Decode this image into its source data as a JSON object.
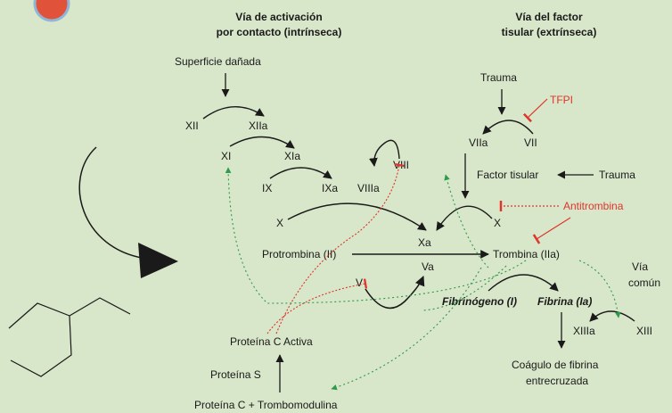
{
  "headers": {
    "intrinsic_line1": "Vía de activación",
    "intrinsic_line2": "por contacto (intrínseca)",
    "extrinsic_line1": "Vía del factor",
    "extrinsic_line2": "tisular (extrínseca)"
  },
  "labels": {
    "superficie": "Superficie dañada",
    "xii": "XII",
    "xiia": "XIIa",
    "xi": "XI",
    "xia": "XIa",
    "ix": "IX",
    "ixa": "IXa",
    "viiia": "VIIIa",
    "viii": "VIII",
    "x_left": "X",
    "xa": "Xa",
    "protrombina": "Protrombina (II)",
    "va": "Va",
    "v": "V",
    "trauma_top": "Trauma",
    "tfpi": "TFPI",
    "viia": "VIIa",
    "vii": "VII",
    "factor_tisular": "Factor tisular",
    "trauma_right": "Trauma",
    "x_right": "X",
    "antitrombina": "Antitrombina",
    "trombina": "Trombina (IIa)",
    "via_comun_1": "Vía",
    "via_comun_2": "común",
    "fibrinogeno": "Fibrinógeno (I)",
    "fibrina": "Fibrina (Ia)",
    "xiiia": "XIIIa",
    "xiii": "XIII",
    "coagulo_1": "Coágulo de fibrina",
    "coagulo_2": "entrecruzada",
    "proteina_c_activa": "Proteína C Activa",
    "proteina_s": "Proteína S",
    "proteina_c_trombo": "Proteína C + Trombomodulina"
  },
  "colors": {
    "background": "#d8e6c9",
    "arrow": "#1a1a1a",
    "inhibitor": "#e0342c",
    "feedback": "#2e9a4a",
    "logo": "#e0533a"
  }
}
